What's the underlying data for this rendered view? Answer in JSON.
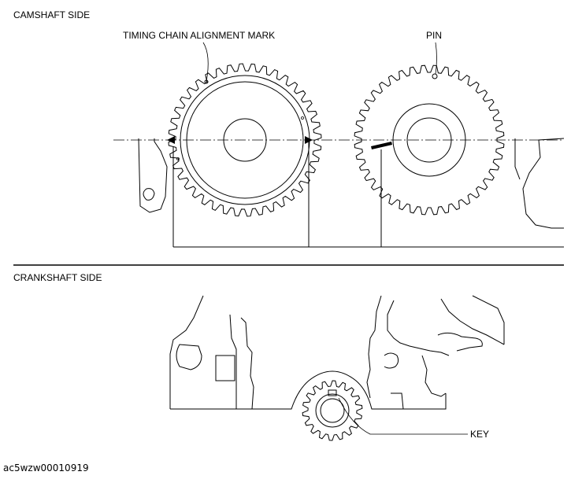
{
  "labels": {
    "camshaft_side": "CAMSHAFT SIDE",
    "timing_chain_alignment_mark": "TIMING CHAIN ALIGNMENT MARK",
    "pin": "PIN",
    "crankshaft_side": "CRANKSHAFT SIDE",
    "key": "KEY",
    "figure_code": "ac5wzw00010919"
  },
  "sprockets": {
    "left_cam_teeth": 40,
    "right_cam_teeth": 40,
    "crank_teeth": 18
  }
}
